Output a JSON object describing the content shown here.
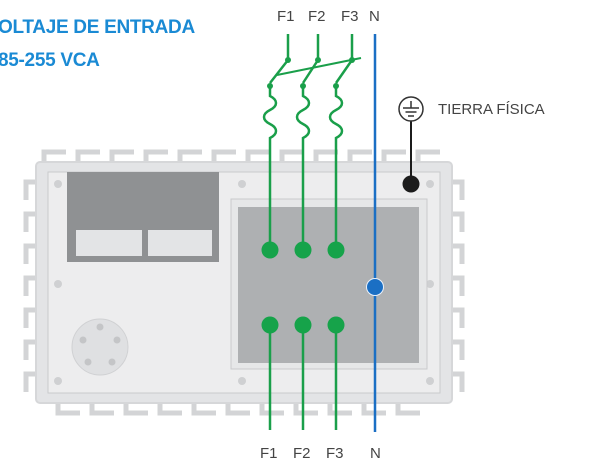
{
  "heading": {
    "line1": "OLTAJE DE ENTRADA",
    "line2": "85-255 VCA",
    "color": "#1a8ad4"
  },
  "top_labels": [
    "F1",
    "F2",
    "F3",
    "N"
  ],
  "bottom_labels": [
    "F1",
    "F2",
    "F3",
    "N"
  ],
  "ground_label": "TIERRA FÍSICA",
  "ground_icon": "ground-symbol-icon",
  "colors": {
    "phase_wire": "#1a9f4a",
    "terminal_phase": "#16a34a",
    "neutral_wire": "#1b6fc4",
    "terminal_neutral": "#1b6fc4",
    "ground_terminal": "#1c1c1c",
    "panel_outer": "#e3e4e6",
    "panel_dark": "#8f9193",
    "panel_mid": "#aeb0b2",
    "label_text": "#444444"
  }
}
